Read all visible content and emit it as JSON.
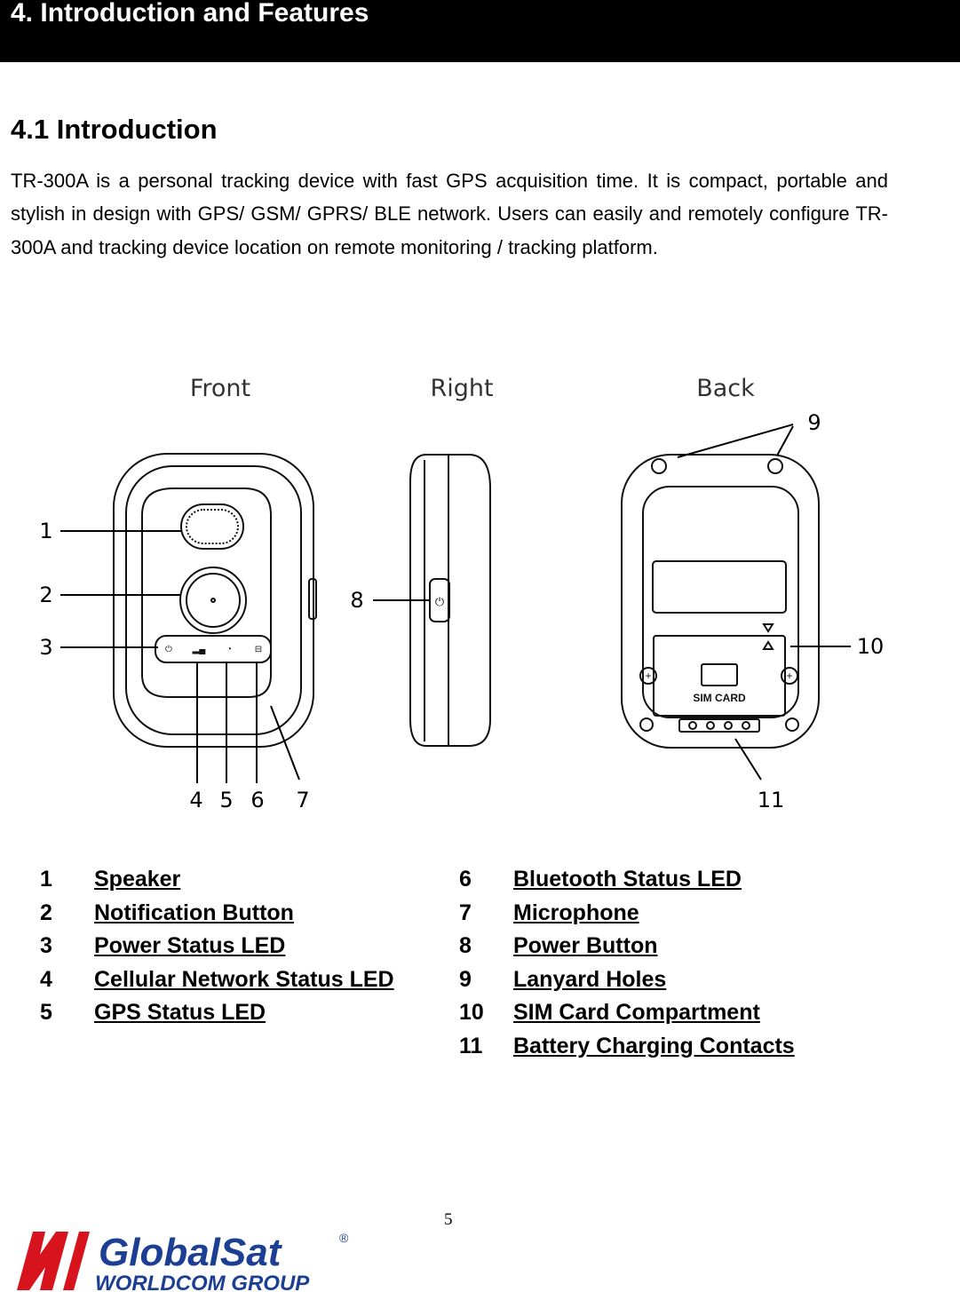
{
  "header": {
    "title": "4. Introduction and Features"
  },
  "section": {
    "title": "4.1 Introduction",
    "body": "TR-300A is a personal tracking device with fast GPS acquisition time. It is compact, portable and stylish in design with GPS/ GSM/ GPRS/ BLE network. Users can easily and remotely configure TR-300A and tracking device location on remote monitoring / tracking platform."
  },
  "figure": {
    "views": [
      "Front",
      "Right",
      "Back"
    ],
    "callouts": [
      "1",
      "2",
      "3",
      "4",
      "5",
      "6",
      "7",
      "8",
      "9",
      "10",
      "11"
    ],
    "sim_label": "SIM CARD"
  },
  "legend": {
    "left": [
      {
        "num": "1",
        "label": "Speaker"
      },
      {
        "num": "2",
        "label": "Notification Button"
      },
      {
        "num": "3",
        "label": "Power Status LED"
      },
      {
        "num": "4",
        "label": "Cellular Network Status LED"
      },
      {
        "num": "5",
        "label": "GPS Status LED"
      }
    ],
    "right": [
      {
        "num": "6",
        "label": "Bluetooth Status LED"
      },
      {
        "num": "7",
        "label": "Microphone"
      },
      {
        "num": "8",
        "label": "Power Button"
      },
      {
        "num": "9",
        "label": "Lanyard Holes"
      },
      {
        "num": "10",
        "label": "SIM Card Compartment"
      },
      {
        "num": "11",
        "label": "Battery Charging Contacts"
      }
    ]
  },
  "footer": {
    "page_number": "5",
    "logo_name": "GlobalSat",
    "logo_sub": "WORLDCOM GROUP",
    "logo_mark": "®"
  },
  "colors": {
    "banner": "#000000",
    "logo_red": "#d7141e",
    "logo_blue": "#1c3f94"
  }
}
